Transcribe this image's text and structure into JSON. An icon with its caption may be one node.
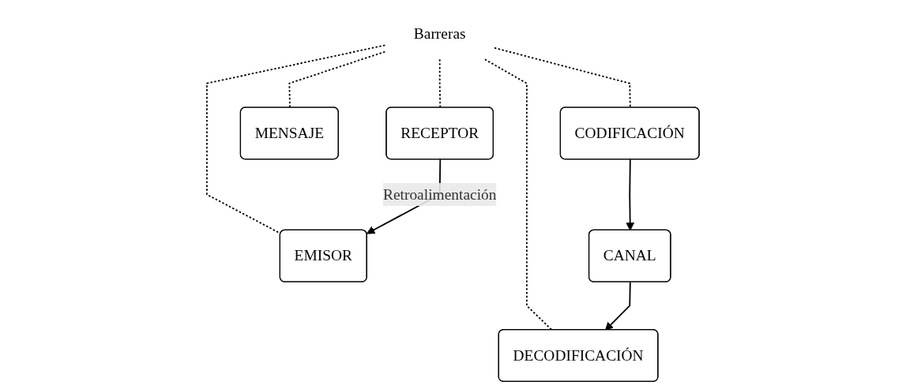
{
  "diagram": {
    "nodes": [
      {
        "text": [
          "Barreras"
        ]
      },
      {
        "text": [
          "EMISOR"
        ]
      },
      {
        "text": [
          "CODIFICACIÓN"
        ]
      },
      {
        "text": [
          "MENSAJE"
        ]
      },
      {
        "text": [
          "DECODIFICACIÓN"
        ]
      },
      {
        "text": [
          "RECEPTOR"
        ]
      },
      {
        "text": [
          "CANAL"
        ]
      }
    ],
    "edges": [
      {
        "from": 0,
        "to": 1,
        "arrow": "none",
        "style": "dashed"
      },
      {
        "from": 0,
        "to": 2,
        "arrow": "none",
        "style": "dashed"
      },
      {
        "from": 0,
        "to": 3,
        "arrow": "none",
        "style": "dashed"
      },
      {
        "from": 0,
        "to": 4,
        "arrow": "none",
        "style": "dashed"
      },
      {
        "from": 0,
        "to": 5,
        "arrow": "none",
        "style": "dashed"
      },
      {
        "from": 2,
        "to": 6,
        "arrow": "to"
      },
      {
        "from": 6,
        "to": 4,
        "arrow": "to"
      },
      {
        "from": 5,
        "to": 1,
        "arrow": "to",
        "label": "Retroalimentación"
      }
    ]
  }
}
